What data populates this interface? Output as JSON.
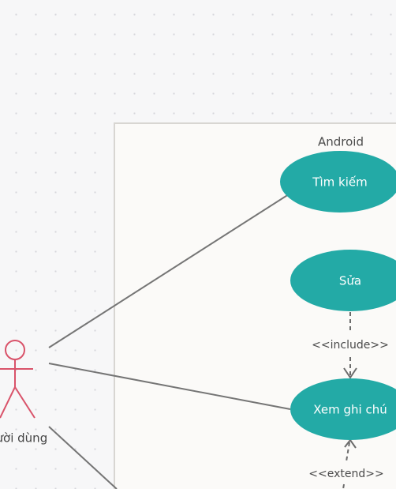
{
  "system": {
    "name": "Android"
  },
  "actor": {
    "name": "Người dùng"
  },
  "use_cases": {
    "search": "Tìm kiếm",
    "edit": "Sửa",
    "view_note": "Xem ghi chú"
  },
  "relations": {
    "include": "<<include>>",
    "extend": "<<extend>>"
  },
  "colors": {
    "use_case_fill": "#23aaa6",
    "actor_stroke": "#d9536a",
    "line": "#757575",
    "boundary_fill": "#fbfaf8"
  }
}
